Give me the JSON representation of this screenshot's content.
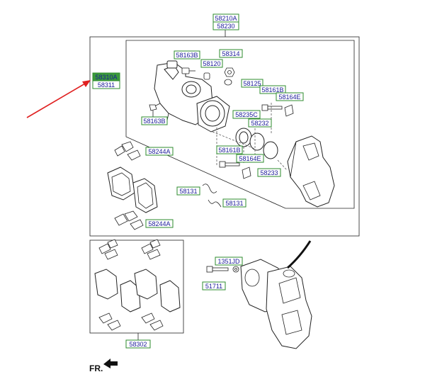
{
  "labels": {
    "l58210A": "58210A",
    "l58230": "58230",
    "l58310A": "58310A",
    "l58311": "58311",
    "l58163B_top": "58163B",
    "l58120": "58120",
    "l58314": "58314",
    "l58125": "58125",
    "l58161B_top": "58161B",
    "l58164E_top": "58164E",
    "l58163B_mid": "58163B",
    "l58235C": "58235C",
    "l58232": "58232",
    "l58244A_top": "58244A",
    "l58161B_mid": "58161B",
    "l58164E_mid": "58164E",
    "l58233": "58233",
    "l58131_a": "58131",
    "l58131_b": "58131",
    "l58244A_bot": "58244A",
    "l1351JD": "1351JD",
    "l51711": "51711",
    "l58302": "58302"
  },
  "direction": {
    "text": "FR."
  },
  "colors": {
    "label_border": "#2e8b2e",
    "label_text": "#1a1a99",
    "highlight_fill": "#3a9a3a",
    "pointer_arrow": "#e02020"
  }
}
